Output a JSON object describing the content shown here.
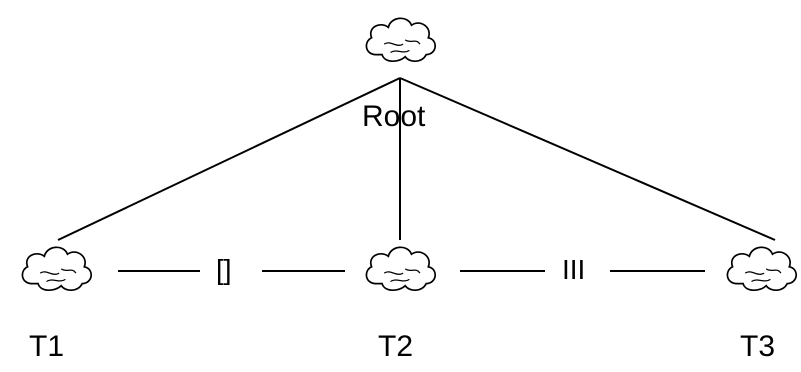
{
  "diagram": {
    "root": {
      "label": "Root",
      "icon": "cloud-icon"
    },
    "nodes": [
      {
        "label": "T1",
        "icon": "cloud-icon"
      },
      {
        "label": "T2",
        "icon": "cloud-icon"
      },
      {
        "label": "T3",
        "icon": "cloud-icon"
      }
    ],
    "links": [
      {
        "from": "T1",
        "to": "T2",
        "label": "[]"
      },
      {
        "from": "T2",
        "to": "T3",
        "label": "III"
      }
    ],
    "line_color": "#000000",
    "background": "#ffffff"
  }
}
